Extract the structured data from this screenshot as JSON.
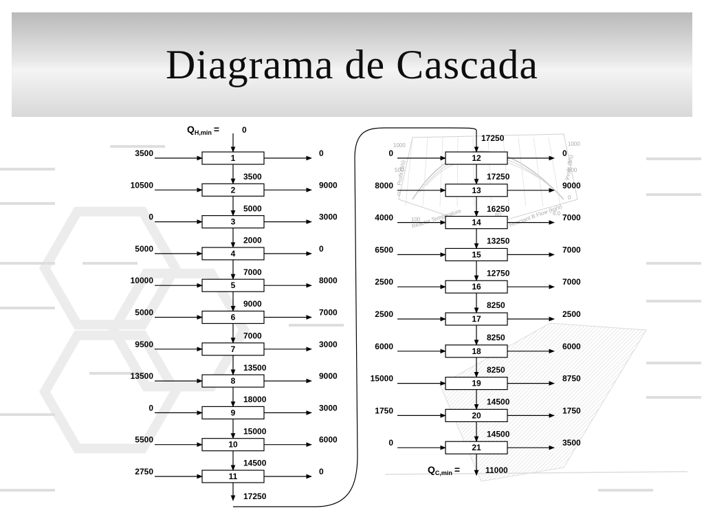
{
  "title": "Diagrama de Cascada",
  "qh_min": {
    "label": "Q",
    "subscript": "H,min",
    "equals": "=",
    "value": "0"
  },
  "qc_min": {
    "label": "Q",
    "subscript": "C,min",
    "equals": "=",
    "value": "11000"
  },
  "left_column": [
    {
      "id": "1",
      "in": "3500",
      "out": "0",
      "below": "3500"
    },
    {
      "id": "2",
      "in": "10500",
      "out": "9000",
      "below": "5000"
    },
    {
      "id": "3",
      "in": "0",
      "out": "3000",
      "below": "2000"
    },
    {
      "id": "4",
      "in": "5000",
      "out": "0",
      "below": "7000"
    },
    {
      "id": "5",
      "in": "10000",
      "out": "8000",
      "below": "9000"
    },
    {
      "id": "6",
      "in": "5000",
      "out": "7000",
      "below": "7000"
    },
    {
      "id": "7",
      "in": "9500",
      "out": "3000",
      "below": "13500"
    },
    {
      "id": "8",
      "in": "13500",
      "out": "9000",
      "below": "18000"
    },
    {
      "id": "9",
      "in": "0",
      "out": "3000",
      "below": "15000"
    },
    {
      "id": "10",
      "in": "5500",
      "out": "6000",
      "below": "14500"
    },
    {
      "id": "11",
      "in": "2750",
      "out": "0",
      "below": "17250"
    }
  ],
  "right_column_top": "17250",
  "right_column": [
    {
      "id": "12",
      "in": "0",
      "out": "0",
      "below": "17250"
    },
    {
      "id": "13",
      "in": "8000",
      "out": "9000",
      "below": "16250"
    },
    {
      "id": "14",
      "in": "4000",
      "out": "7000",
      "below": "13250"
    },
    {
      "id": "15",
      "in": "6500",
      "out": "7000",
      "below": "12750"
    },
    {
      "id": "16",
      "in": "2500",
      "out": "7000",
      "below": "8250"
    },
    {
      "id": "17",
      "in": "2500",
      "out": "2500",
      "below": "8250"
    },
    {
      "id": "18",
      "in": "6000",
      "out": "6000",
      "below": "8250"
    },
    {
      "id": "19",
      "in": "15000",
      "out": "8750",
      "below": "14500"
    },
    {
      "id": "20",
      "in": "1750",
      "out": "1750",
      "below": "14500"
    },
    {
      "id": "21",
      "in": "0",
      "out": "3500",
      "below": ""
    }
  ],
  "watermark_plot": {
    "axis_labels": [
      "Profit ($/s)",
      "Reactor Temperature",
      "Reactant B Flow (kg/s)",
      "Profit ($/s)"
    ],
    "tick_labels": [
      "1000",
      "500",
      "0",
      "1000",
      "500",
      "0",
      "100",
      "60",
      "6.0"
    ]
  },
  "colors": {
    "line": "#000000",
    "box_border": "#000000",
    "banner": "#dcdcdc",
    "watermark": "#d8d8d8"
  }
}
